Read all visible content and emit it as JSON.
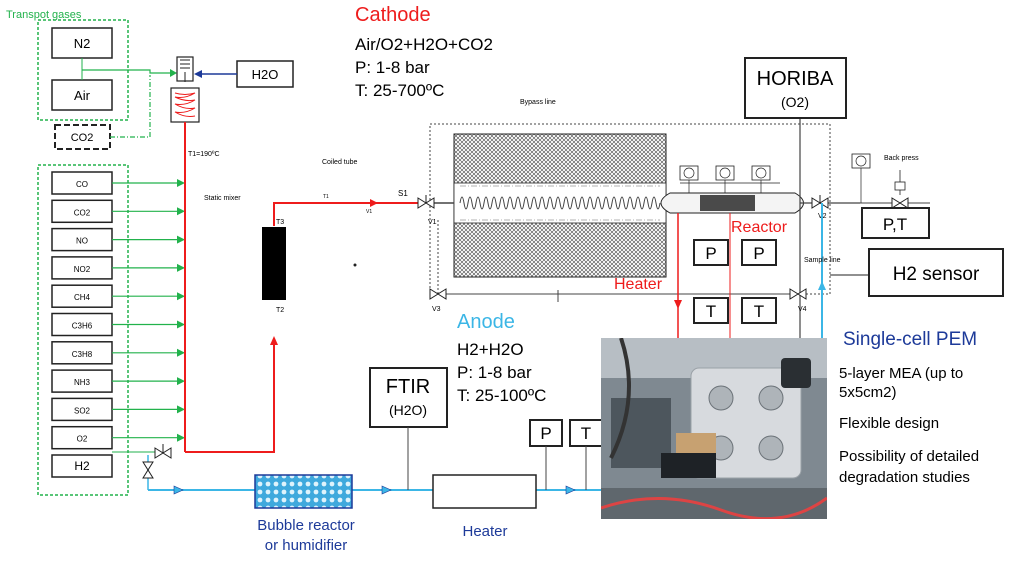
{
  "title": {
    "transport_gases": "Transpot gases",
    "cathode": "Cathode",
    "anode": "Anode"
  },
  "cathode_specs": {
    "composition": "Air/O2+H2O+CO2",
    "pressure": "P: 1-8 bar",
    "temperature": "T: 25-700ºC"
  },
  "anode_specs": {
    "composition": "H2+H2O",
    "pressure": "P: 1-8 bar",
    "temperature": "T: 25-100ºC"
  },
  "transport_gas_boxes": [
    "N2",
    "Air",
    "CO2"
  ],
  "gas_boxes": [
    "CO",
    "CO2",
    "NO",
    "NO2",
    "CH4",
    "C3H6",
    "C3H8",
    "NH3",
    "SO2",
    "O2",
    "H2"
  ],
  "instruments": {
    "h2o": "H2O",
    "horiba": "HORIBA",
    "horiba_sub": "(O2)",
    "ftir": "FTIR",
    "ftir_sub": "(H2O)",
    "h2_sensor": "H2 sensor",
    "pt": "P,T",
    "p": "P",
    "t": "T"
  },
  "small_labels": {
    "t1": "T1=190ºC",
    "coiled_tube": "Coiled tube",
    "static_mixer": "Static mixer",
    "bypass_line": "Bypass line",
    "sample_line": "Sample line",
    "back_press": "Back press",
    "t3": "T3",
    "t2": "T2",
    "tiny_t1": "T1",
    "tiny_v1": "V1",
    "s1": "S1",
    "v1": "V1",
    "v2": "V2",
    "v3": "V3",
    "v4": "V4"
  },
  "component_labels": {
    "reactor": "Reactor",
    "heater_top": "Heater",
    "bubble_reactor_1": "Bubble reactor",
    "bubble_reactor_2": "or humidifier",
    "heater_bottom": "Heater"
  },
  "single_cell": {
    "title": "Single-cell  PEM",
    "line1": "5-layer MEA (up to",
    "line2": "5x5cm2)",
    "line3": "Flexible design",
    "line4": "Possibility of detailed",
    "line5": "degradation studies"
  },
  "colors": {
    "red": "#ee1c1c",
    "green": "#22b24c",
    "blue": "#3bb6e6",
    "navy": "#1d3a99",
    "dark": "#222222"
  }
}
